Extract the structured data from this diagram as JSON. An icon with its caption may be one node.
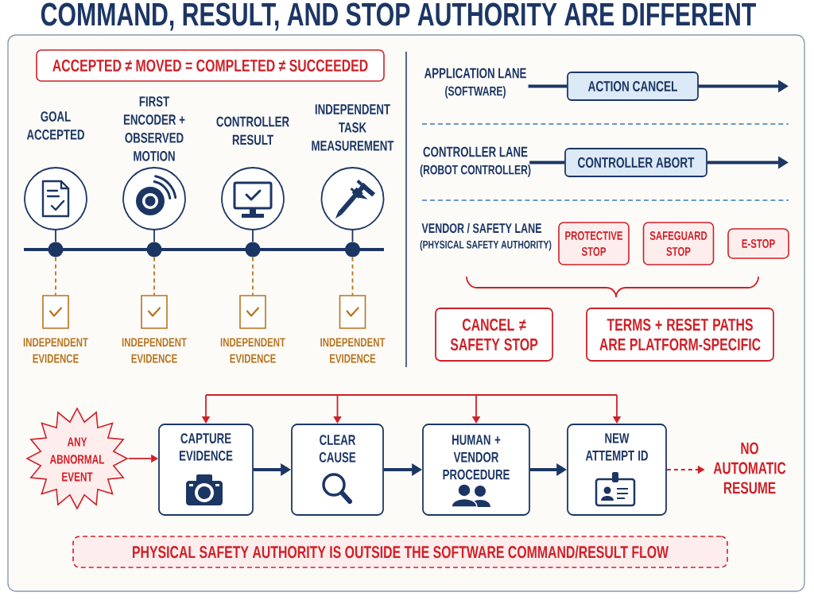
{
  "diagram": {
    "title": "COMMAND, RESULT, AND STOP AUTHORITY ARE DIFFERENT",
    "nodes": [
      {
        "text": [
          "ACCEPTED ≠ MOVED = COMPLETED ≠ SUCCEEDED"
        ]
      },
      {
        "text": [
          "GOAL ACCEPTED"
        ]
      },
      {
        "text": [
          "FIRST ENCODER + OBSERVED MOTION"
        ]
      },
      {
        "text": [
          "CONTROLLER RESULT"
        ]
      },
      {
        "text": [
          "INDEPENDENT TASK MEASUREMENT"
        ]
      },
      {
        "text": [],
        "shape": "circle"
      },
      {
        "text": [],
        "shape": "circle"
      },
      {
        "text": [],
        "shape": "circle"
      },
      {
        "text": [],
        "shape": "circle"
      },
      {
        "text": [
          "INDEPENDENT EVIDENCE"
        ]
      },
      {
        "text": [
          "INDEPENDENT EVIDENCE"
        ]
      },
      {
        "text": [
          "INDEPENDENT EVIDENCE"
        ]
      },
      {
        "text": [
          "INDEPENDENT EVIDENCE"
        ]
      },
      {
        "text": [
          "APPLICATION LANE",
          "(SOFTWARE)"
        ]
      },
      {
        "text": [
          "ACTION CANCEL"
        ]
      },
      {
        "text": [
          "CONTROLLER LANE",
          "(ROBOT CONTROLLER)"
        ]
      },
      {
        "text": [
          "CONTROLLER ABORT"
        ]
      },
      {
        "text": [
          "PROTECTIVE STOP"
        ]
      },
      {
        "text": [
          "SAFEGUARD STOP"
        ]
      },
      {
        "text": [
          "E-STOP"
        ]
      },
      {
        "text": [
          "CANCEL ≠ SAFETY STOP"
        ]
      },
      {
        "text": [
          "TERMS + RESET PATHS ARE PLATFORM-SPECIFIC"
        ]
      },
      {
        "text": [
          "ANY ABNORMAL EVENT"
        ]
      },
      {
        "text": [
          "CAPTURE EVIDENCE"
        ]
      },
      {
        "text": [
          "CLEAR CAUSE"
        ]
      },
      {
        "text": [
          "HUMAN + VENDOR PROCEDURE"
        ]
      },
      {
        "text": [
          "NEW ATTEMPT ID"
        ]
      },
      {
        "text": [
          "NO AUTOMATIC RESUME"
        ]
      },
      {
        "text": [
          "PHYSICAL SAFETY AUTHORITY IS OUTSIDE THE SOFTWARE COMMAND/RESULT FLOW"
        ]
      }
    ],
    "edges": [
      {
        "from": 1,
        "to": 5,
        "arrow": "none"
      },
      {
        "from": 2,
        "to": 6,
        "arrow": "none"
      },
      {
        "from": 3,
        "to": 7,
        "arrow": "none"
      },
      {
        "from": 4,
        "to": 8,
        "arrow": "none"
      },
      {
        "from": 5,
        "to": 9,
        "arrow": "none",
        "style": "dashed",
        "color": "#b8731c"
      },
      {
        "from": 6,
        "to": 10,
        "arrow": "none",
        "style": "dashed",
        "color": "#b8731c"
      },
      {
        "from": 7,
        "to": 11,
        "arrow": "none",
        "style": "dashed",
        "color": "#b8731c"
      },
      {
        "from": 8,
        "to": 12,
        "arrow": "none",
        "style": "dashed",
        "color": "#b8731c"
      },
      {
        "from": 13,
        "to": 14,
        "arrow": "none",
        "style": "thick"
      },
      {
        "from": 14,
        "to": null,
        "arrow": "to",
        "style": "thick"
      },
      {
        "from": 15,
        "to": 16,
        "arrow": "none",
        "style": "thick"
      },
      {
        "from": 16,
        "to": null,
        "arrow": "to",
        "style": "thick"
      },
      {
        "from": 22,
        "to": 23,
        "arrow": "to",
        "color": "#cf2027"
      },
      {
        "from": 23,
        "to": 24,
        "arrow": "to",
        "style": "thick"
      },
      {
        "from": 24,
        "to": 25,
        "arrow": "to",
        "style": "thick"
      },
      {
        "from": 25,
        "to": 26,
        "arrow": "to",
        "style": "thick"
      },
      {
        "from": 26,
        "to": 27,
        "arrow": "to",
        "style": "dashed",
        "color": "#cf2027"
      },
      {
        "from": null,
        "to": 23,
        "arrow": "to",
        "color": "#cf2027"
      },
      {
        "from": null,
        "to": 24,
        "arrow": "to",
        "color": "#cf2027"
      },
      {
        "from": null,
        "to": 25,
        "arrow": "to",
        "color": "#cf2027"
      },
      {
        "from": null,
        "to": 26,
        "arrow": "to",
        "color": "#cf2027"
      }
    ],
    "labels": [
      "VENDOR / SAFETY LANE",
      "(PHYSICAL SAFETY AUTHORITY)"
    ]
  }
}
